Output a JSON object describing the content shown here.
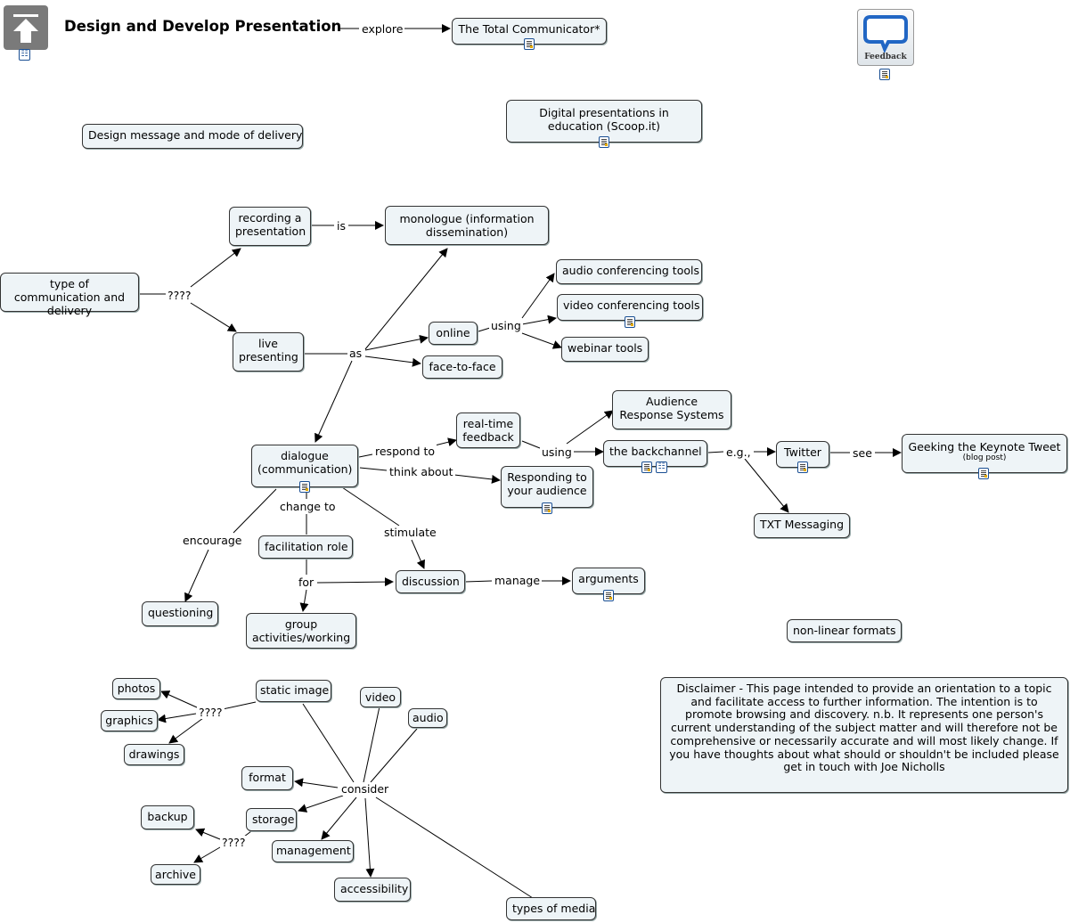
{
  "title": "Design and Develop Presentation",
  "feedback_label": "Feedback",
  "nodes": {
    "total_communicator": "The Total Communicator*",
    "digital_presentations": "Digital presentations in education (Scoop.it)",
    "design_message": "Design message and mode of delivery",
    "recording": "recording a presentation",
    "monologue": "monologue (information dissemination)",
    "type_comm": "type of communication and delivery",
    "audio_conf": "audio conferencing tools",
    "video_conf": "video conferencing tools",
    "webinar": "webinar tools",
    "online": "online",
    "face_to_face": "face-to-face",
    "live_presenting": "live presenting",
    "ars": "Audience Response Systems",
    "realtime_feedback": "real-time feedback",
    "backchannel": "the backchannel",
    "twitter": "Twitter",
    "geeking": "Geeking the Keynote Tweet",
    "geeking_sub": "(blog post)",
    "dialogue": "dialogue (communication)",
    "responding": "Responding to your audience",
    "txt": "TXT Messaging",
    "facilitation": "facilitation role",
    "discussion": "discussion",
    "arguments": "arguments",
    "questioning": "questioning",
    "group": "group activities/working",
    "nonlinear": "non-linear formats",
    "photos": "photos",
    "static_image": "static image",
    "video": "video",
    "audio": "audio",
    "graphics": "graphics",
    "drawings": "drawings",
    "format": "format",
    "backup": "backup",
    "storage": "storage",
    "management": "management",
    "archive": "archive",
    "accessibility": "accessibility",
    "types_media": "types of media",
    "disclaimer": "Disclaimer - This page intended to provide an orientation to a topic and facilitate access to further information. The intention is to promote browsing and discovery. n.b. It represents one person's current understanding of the subject matter and will therefore not be comprehensive or necessarily accurate and will most likely change. If you have thoughts about what should or shouldn't be included please get in touch with Joe Nicholls"
  },
  "links": {
    "explore": "explore",
    "is": "is",
    "q_type": "????",
    "as": "as",
    "using_online": "using",
    "respond_to": "respond to",
    "using_feedback": "using",
    "eg": "e.g.,",
    "see": "see",
    "think_about": "think about",
    "change_to": "change to",
    "encourage": "encourage",
    "stimulate": "stimulate",
    "for": "for",
    "manage": "manage",
    "q_static": "????",
    "consider": "consider",
    "q_storage": "????"
  }
}
